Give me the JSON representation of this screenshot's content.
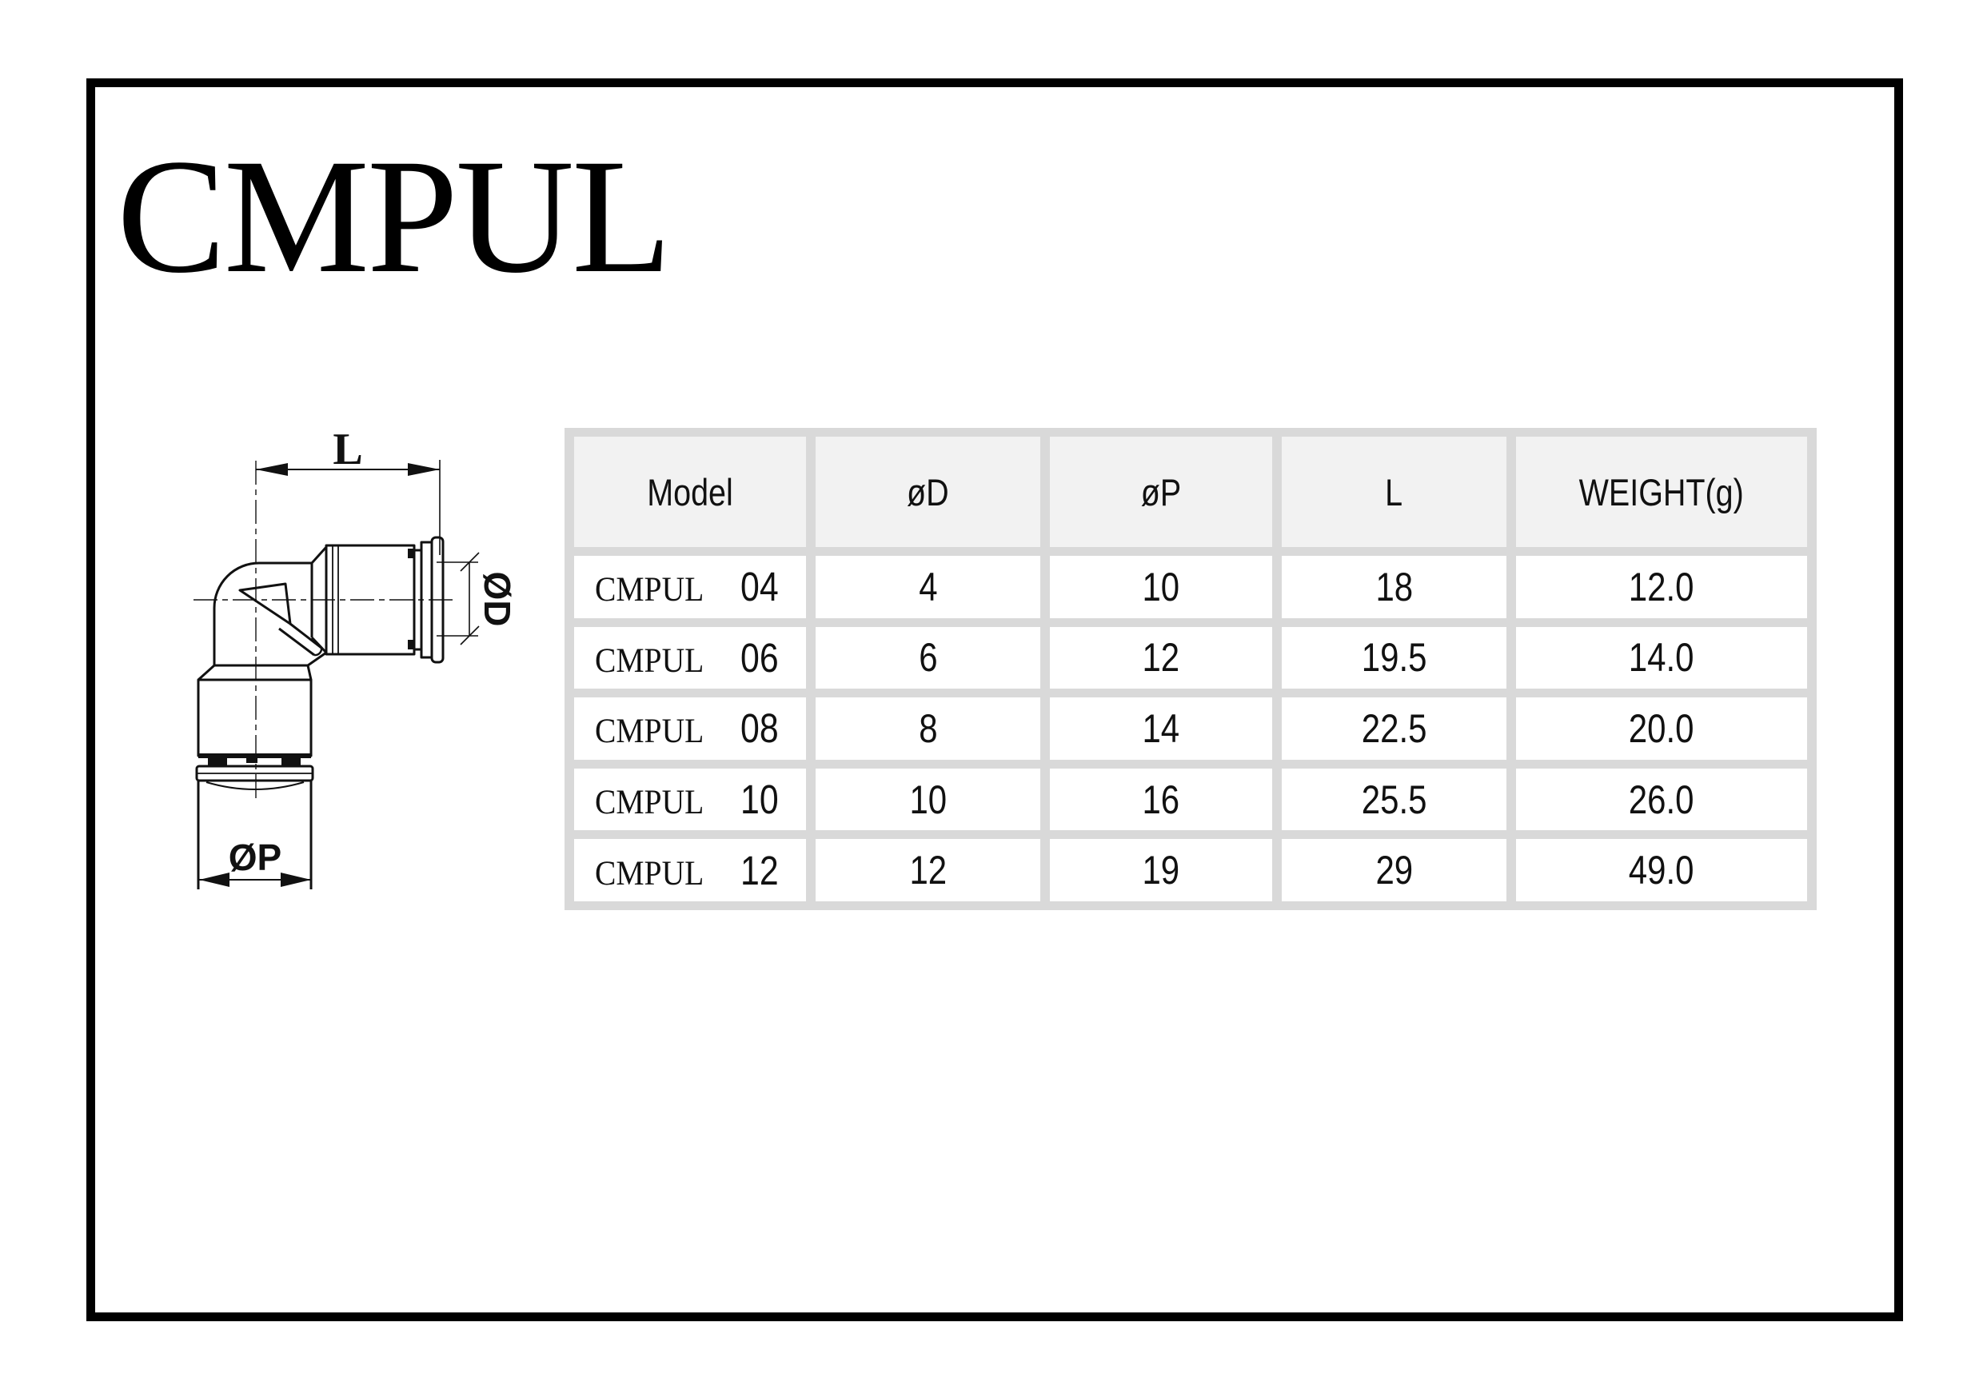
{
  "page": {
    "title": "CMPUL"
  },
  "drawing": {
    "labels": {
      "length": "L",
      "diameter_d": "ØD",
      "diameter_p": "ØP"
    }
  },
  "table": {
    "headers": [
      "Model",
      "øD",
      "øP",
      "L",
      "WEIGHT(g)"
    ],
    "rows": [
      {
        "series": "CMPUL",
        "size": "04",
        "d": "4",
        "p": "10",
        "l": "18",
        "weight": "12.0"
      },
      {
        "series": "CMPUL",
        "size": "06",
        "d": "6",
        "p": "12",
        "l": "19.5",
        "weight": "14.0"
      },
      {
        "series": "CMPUL",
        "size": "08",
        "d": "8",
        "p": "14",
        "l": "22.5",
        "weight": "20.0"
      },
      {
        "series": "CMPUL",
        "size": "10",
        "d": "10",
        "p": "16",
        "l": "25.5",
        "weight": "26.0"
      },
      {
        "series": "CMPUL",
        "size": "12",
        "d": "12",
        "p": "19",
        "l": "29",
        "weight": "49.0"
      }
    ]
  },
  "colors": {
    "grid": "#d9d9d9",
    "header_bg": "#f2f2f2",
    "ink": "#111111"
  }
}
